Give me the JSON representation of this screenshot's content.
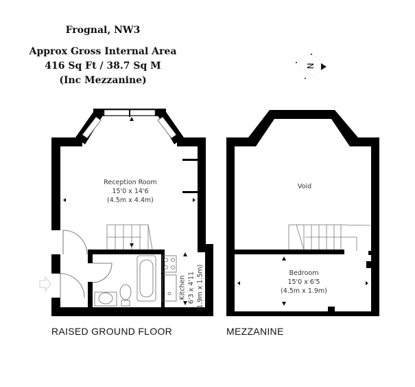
{
  "header": {
    "address": "Frognal, NW3",
    "area_title": "Approx Gross Internal Area",
    "area_value": "416 Sq Ft / 38.7 Sq M",
    "area_note": "(Inc Mezzanine)"
  },
  "compass": {
    "icon": "north-arrow-icon",
    "letter": "N"
  },
  "floors": [
    {
      "label": "RAISED GROUND FLOOR",
      "rooms": [
        {
          "name": "Reception Room",
          "imperial": "15'0 x 14'6",
          "metric": "(4.5m x 4.4m)"
        },
        {
          "name": "Kitchen",
          "imperial": "6'3 x 4'11",
          "metric": "(1.9m x 1.5m)"
        }
      ]
    },
    {
      "label": "MEZZANINE",
      "rooms": [
        {
          "name": "Void"
        },
        {
          "name": "Bedroom",
          "imperial": "15'0 x 6'5",
          "metric": "(4.5m x 1.9m)"
        }
      ]
    }
  ]
}
